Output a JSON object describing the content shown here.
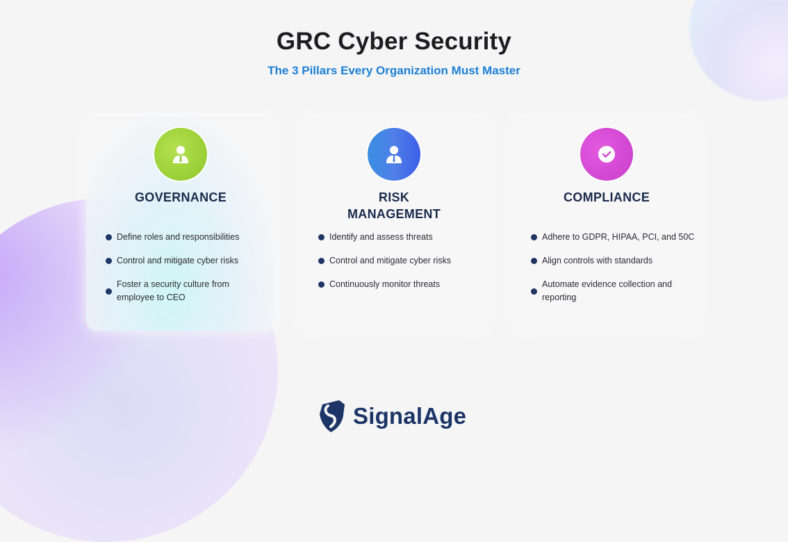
{
  "header": {
    "title": "GRC Cyber Security",
    "subtitle": "The 3 Pillars Every Organization Must Master"
  },
  "colors": {
    "subtitle": "#1b7fd6",
    "card_title": "#1c2b4c",
    "bullet_dot": "#1f3565",
    "governance_icon": "#9fd33a",
    "risk_icon": "#4f7fe8",
    "compliance_icon": "#d64bd6",
    "logo": "#1c3566"
  },
  "pillars": [
    {
      "title_line1": "GOVERNANCE",
      "title_line2": "",
      "icon": "user-tie-icon",
      "bullets": [
        "Define roles and responsibilities",
        "Control and mitigate cyber risks",
        "Foster a security culture from employee to CEO"
      ]
    },
    {
      "title_line1": "RISK",
      "title_line2": "MANAGEMENT",
      "icon": "user-tie-icon",
      "bullets": [
        "Identify and assess threats",
        "Control and mitigate cyber risks",
        "Continuously monitor threats"
      ]
    },
    {
      "title_line1": "COMPLIANCE",
      "title_line2": "",
      "icon": "check-circle-icon",
      "bullets": [
        "Adhere to GDPR, HIPAA, PCI, and 50C",
        "Align controls with standards",
        "Automate evidence collection and reporting"
      ]
    }
  ],
  "brand": {
    "name": "SignalAge",
    "icon": "shield-s-icon"
  }
}
